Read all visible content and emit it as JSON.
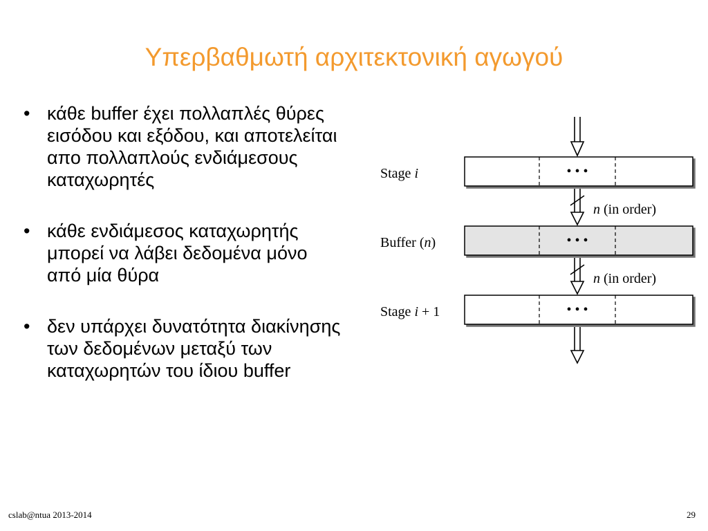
{
  "slide": {
    "title": "Υπερβαθμωτή αρχιτεκτονική αγωγού",
    "bullets": [
      "κάθε buffer έχει πολλαπλές θύρες εισόδου και εξόδου, και αποτελείται απο πολλαπλούς ενδιάμεσους καταχωρητές",
      "κάθε ενδιάμεσος καταχωρητής μπορεί να λάβει δεδομένα μόνο από μία θύρα",
      "δεν υπάρχει δυνατότητα διακίνησης των δεδομένων μεταξύ των καταχωρητών του ίδιου buffer"
    ]
  },
  "diagram": {
    "rows": [
      {
        "label_prefix": "Stage ",
        "label_var": "i",
        "label_suffix": "",
        "shaded": false
      },
      {
        "label_prefix": "Buffer (",
        "label_var": "n",
        "label_suffix": ")",
        "shaded": true
      },
      {
        "label_prefix": "Stage ",
        "label_var": "i",
        "label_suffix": " + 1",
        "shaded": false
      }
    ],
    "dots": "• • •",
    "connector_var": "n",
    "connector_text": " (in order)",
    "colors": {
      "shaded_fill": "#e4e4e4",
      "box_fill": "#ffffff",
      "stroke": "#000000"
    }
  },
  "footer": {
    "left": "cslab@ntua 2013-2014",
    "page": "29"
  }
}
